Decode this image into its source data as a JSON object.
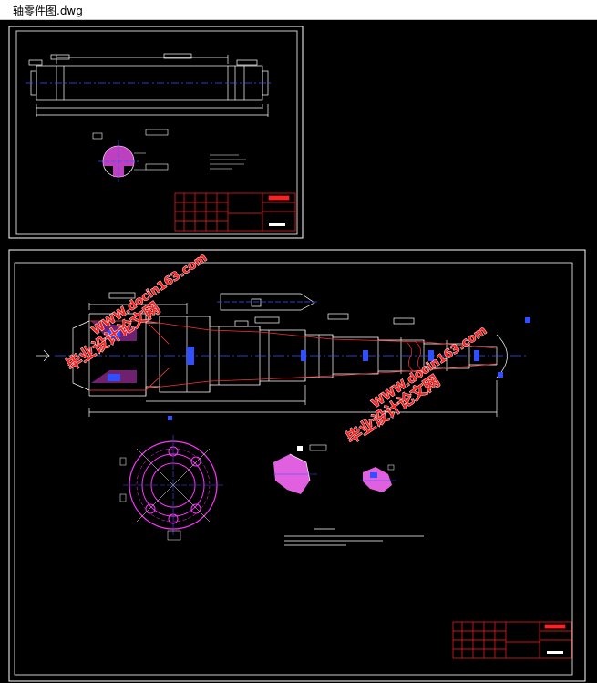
{
  "window": {
    "title": "轴零件图.dwg"
  },
  "watermarks": {
    "text_cn": "毕业设计论文网",
    "text_url": "WWW.docin163.com"
  },
  "colors": {
    "background": "#000000",
    "frame": "#ffffff",
    "geometry": "#ffffff",
    "center_line": "#3a55ff",
    "hatch_magenta": "#ff33ff",
    "title_block": "#ff2020",
    "watermark": "#ff1e1e"
  }
}
